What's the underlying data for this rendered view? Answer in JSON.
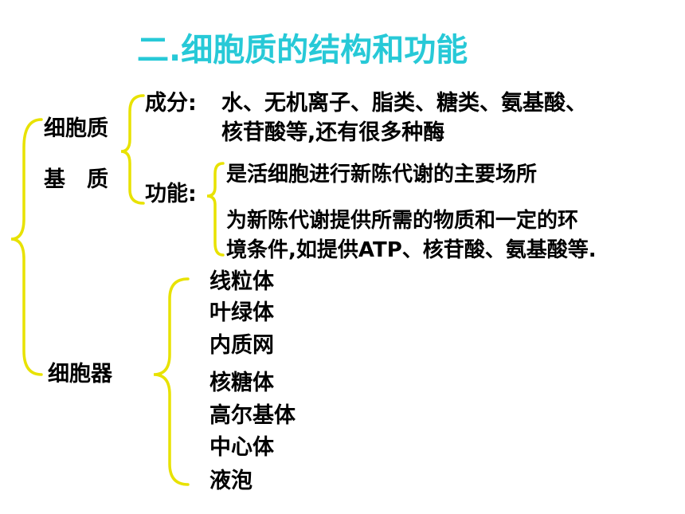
{
  "title": "二.细胞质的结构和功能",
  "colors": {
    "title": "#27c9d7",
    "brace": "#e8e200",
    "text": "#000000",
    "background": "#ffffff"
  },
  "cytoplasm": {
    "matrix_label_line1": "细胞质",
    "matrix_label_line2": "基　质",
    "composition": {
      "label": "成分:",
      "line1": "水、无机离子、脂类、糖类、氨基酸、",
      "line2": "核苷酸等,还有很多种酶"
    },
    "function": {
      "label": "功能:",
      "item1": "是活细胞进行新陈代谢的主要场所",
      "item2_line1": "为新陈代谢提供所需的物质和一定的环",
      "item2_line2": "境条件,如提供ATP、核苷酸、氨基酸等."
    }
  },
  "organelles": {
    "label": "细胞器",
    "items": [
      "线粒体",
      "叶绿体",
      "内质网",
      "核糖体",
      "高尔基体",
      "中心体",
      "液泡"
    ]
  }
}
